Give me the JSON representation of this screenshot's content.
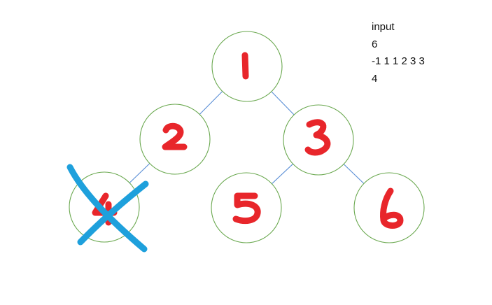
{
  "input": {
    "lines": [
      "input",
      "6",
      "-1 1 1 2 3 3",
      "4"
    ]
  },
  "tree": {
    "nodes": [
      {
        "id": "1",
        "deleted": false
      },
      {
        "id": "2",
        "deleted": false
      },
      {
        "id": "3",
        "deleted": false
      },
      {
        "id": "4",
        "deleted": true
      },
      {
        "id": "5",
        "deleted": false
      },
      {
        "id": "6",
        "deleted": false
      }
    ],
    "edges": [
      {
        "from": "1",
        "to": "2"
      },
      {
        "from": "1",
        "to": "3"
      },
      {
        "from": "2",
        "to": "4"
      },
      {
        "from": "3",
        "to": "5"
      },
      {
        "from": "3",
        "to": "6"
      }
    ]
  },
  "colors": {
    "node_outline": "#6aa84f",
    "edge": "#5b8fd6",
    "digit_ink": "#e8262b",
    "cross_ink": "#1ea0dc"
  },
  "icons": {
    "deleted_marker": "cross-out-icon"
  }
}
